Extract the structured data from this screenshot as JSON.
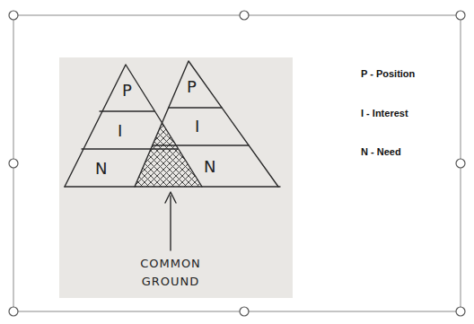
{
  "diagram": {
    "nodes": [
      {
        "text": [
          "P"
        ]
      },
      {
        "text": [
          "I"
        ]
      },
      {
        "text": [
          "N"
        ]
      },
      {
        "text": [
          "P"
        ]
      },
      {
        "text": [
          "I"
        ]
      },
      {
        "text": [
          "N"
        ]
      }
    ],
    "labels": [
      "COMMON GROUND",
      "P - Position",
      "I - Interest",
      "N - Need"
    ]
  }
}
